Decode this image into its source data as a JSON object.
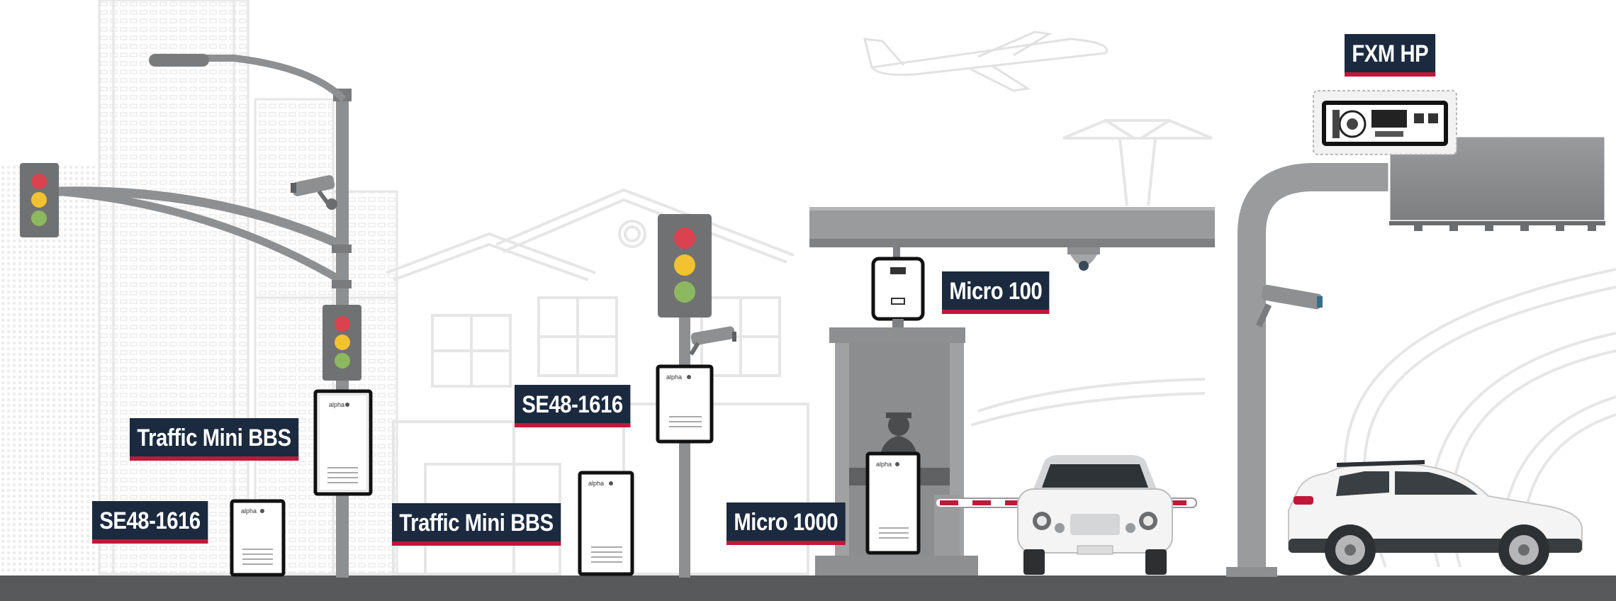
{
  "labels": {
    "fxm_hp": "FXM HP",
    "micro_100": "Micro 100",
    "traffic_mini_bbs_left": "Traffic Mini BBS",
    "se48_left": "SE48-1616",
    "se48_center": "SE48-1616",
    "traffic_mini_bbs_center": "Traffic Mini BBS",
    "micro_1000": "Micro 1000"
  },
  "colors": {
    "label_bg": "#1b2a3e",
    "label_accent": "#c0183a",
    "ground": "#58595b",
    "pole": "#8e8f91",
    "light_red": "#d9424e",
    "light_yellow": "#f2c230",
    "light_green": "#8cb860",
    "outline": "#e3e3e3"
  }
}
